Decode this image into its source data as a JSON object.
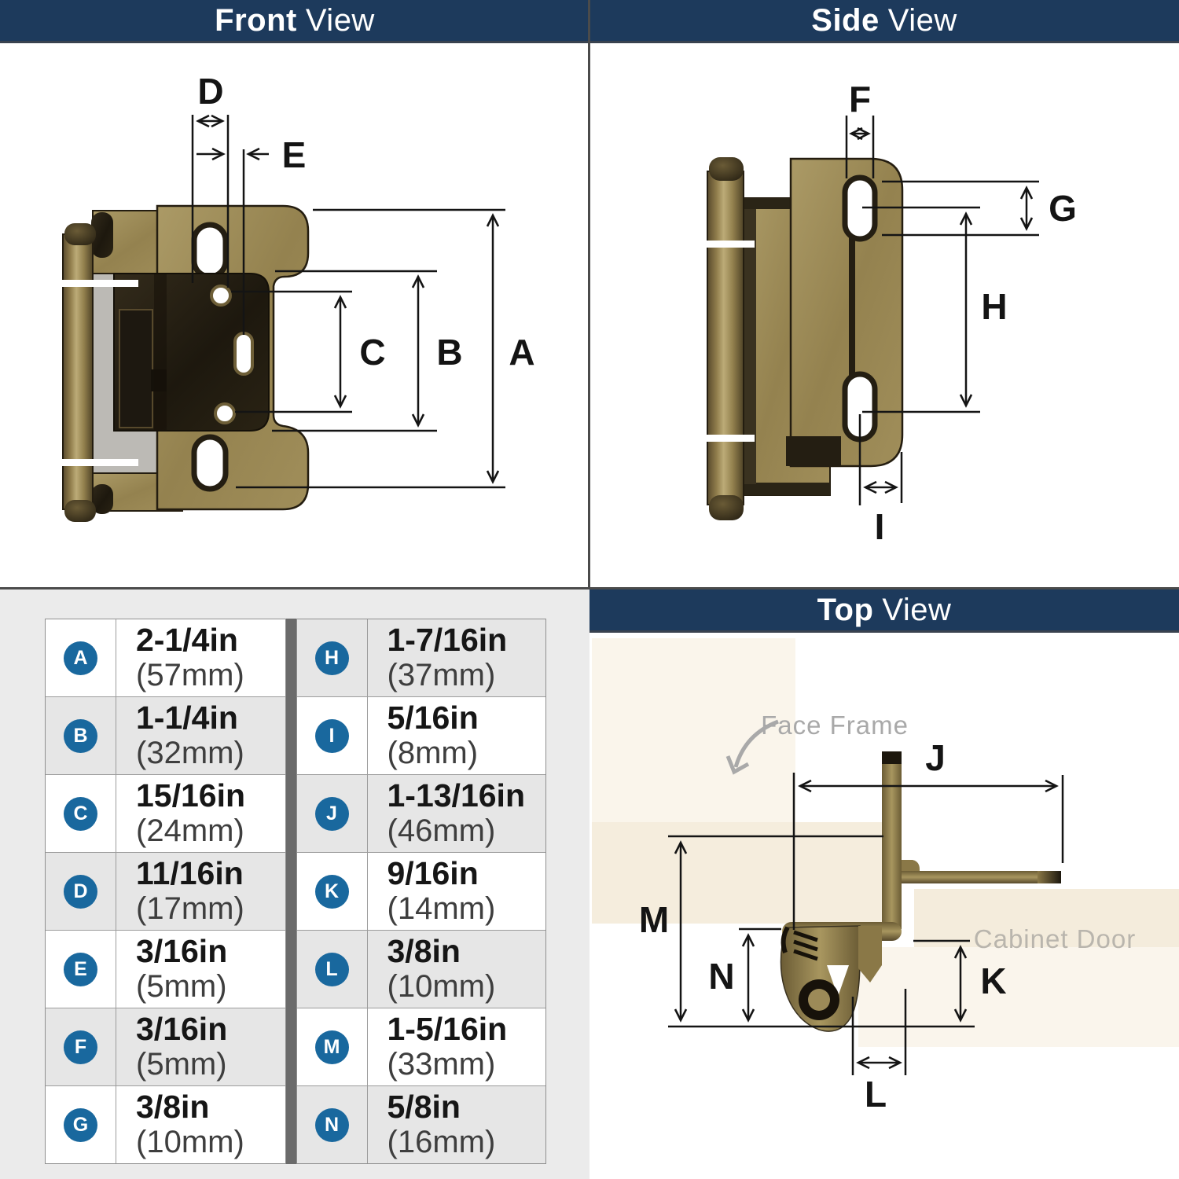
{
  "header_front": {
    "bold": "Front",
    "rest": "View"
  },
  "header_side": {
    "bold": "Side",
    "rest": "View"
  },
  "header_top": {
    "bold": "Top",
    "rest": "View"
  },
  "dims": {
    "A": "A",
    "B": "B",
    "C": "C",
    "D": "D",
    "E": "E",
    "F": "F",
    "G": "G",
    "H": "H",
    "I": "I",
    "J": "J",
    "K": "K",
    "L": "L",
    "M": "M",
    "N": "N"
  },
  "annotations": {
    "face_frame": "Face Frame",
    "cabinet_door": "Cabinet Door"
  },
  "table": {
    "left": [
      {
        "letter": "A",
        "in": "2-1/4in",
        "mm": "(57mm)"
      },
      {
        "letter": "B",
        "in": "1-1/4in",
        "mm": "(32mm)"
      },
      {
        "letter": "C",
        "in": "15/16in",
        "mm": "(24mm)"
      },
      {
        "letter": "D",
        "in": "11/16in",
        "mm": "(17mm)"
      },
      {
        "letter": "E",
        "in": "3/16in",
        "mm": "(5mm)"
      },
      {
        "letter": "F",
        "in": "3/16in",
        "mm": "(5mm)"
      },
      {
        "letter": "G",
        "in": "3/8in",
        "mm": "(10mm)"
      }
    ],
    "right": [
      {
        "letter": "H",
        "in": "1-7/16in",
        "mm": "(37mm)"
      },
      {
        "letter": "I",
        "in": "5/16in",
        "mm": "(8mm)"
      },
      {
        "letter": "J",
        "in": "1-13/16in",
        "mm": "(46mm)"
      },
      {
        "letter": "K",
        "in": "9/16in",
        "mm": "(14mm)"
      },
      {
        "letter": "L",
        "in": "3/8in",
        "mm": "(10mm)"
      },
      {
        "letter": "M",
        "in": "1-5/16in",
        "mm": "(33mm)"
      },
      {
        "letter": "N",
        "in": "5/8in",
        "mm": "(16mm)"
      }
    ]
  },
  "colors": {
    "header_bg": "#1d3a5c",
    "badge_blue": "#19689e",
    "brass": "#9c8a58",
    "dark_bronze": "#241e12",
    "line": "#141414",
    "panel_gray": "#ebebeb"
  }
}
